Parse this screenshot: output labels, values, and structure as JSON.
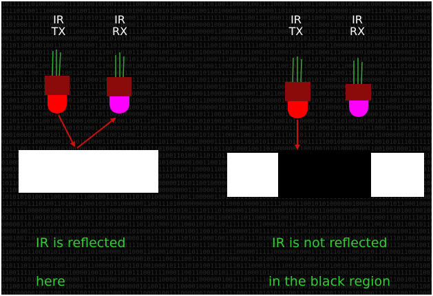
{
  "left_panel": {
    "tx_label_line1": "IR",
    "tx_label_line2": "TX",
    "rx_label_line1": "IR",
    "rx_label_line2": "RX",
    "caption_line1": "IR is reflected",
    "caption_line2": "here"
  },
  "right_panel": {
    "tx_label_line1": "IR",
    "tx_label_line2": "TX",
    "rx_label_line1": "IR",
    "rx_label_line2": "RX",
    "caption_line1": "IR is not reflected",
    "caption_line2": "in the black region"
  },
  "colors": {
    "background": "#050505",
    "binary_text": "#2a2a2a",
    "caption": "#33cc33",
    "led_cap": "#8b0a0a",
    "tx_lens": "#ff0000",
    "rx_lens": "#ff00ff",
    "leads": "#33aa33",
    "beam": "#cc1111",
    "surface_white": "#ffffff",
    "surface_black": "#000000"
  },
  "background_pattern": "01"
}
